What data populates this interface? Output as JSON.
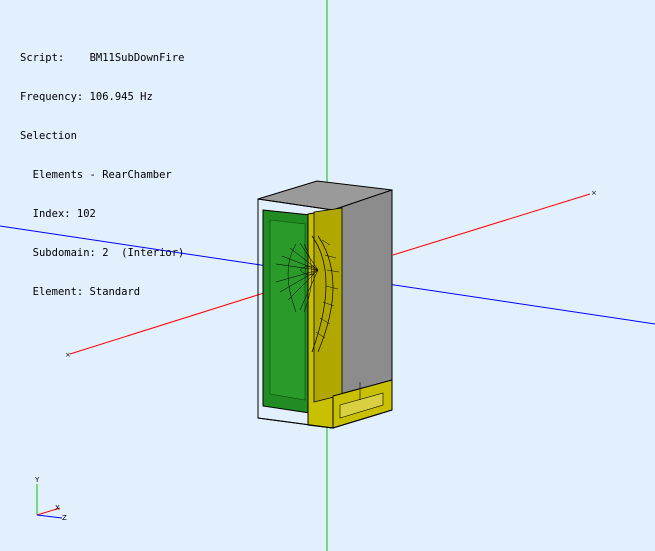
{
  "info": {
    "script_label": "Script:",
    "script_value": "BM11SubDownFire",
    "frequency_label": "Frequency:",
    "frequency_value": "106.945 Hz",
    "selection_label": "Selection",
    "elements": "Elements - RearChamber",
    "index": "Index: 102",
    "subdomain": "Subdomain: 2  (Interior)",
    "element": "Element: Standard"
  },
  "axes": {
    "y_label": "Y",
    "x_label": "X",
    "z_label": "Z"
  },
  "colors": {
    "background": "#e2f0fd",
    "x_axis": "#ff0000",
    "y_axis": "#00c800",
    "z_axis": "#0000ff",
    "front_panel": "#228b22",
    "driver_panel": "#c8c000",
    "side_panel": "#8c8c8c"
  }
}
